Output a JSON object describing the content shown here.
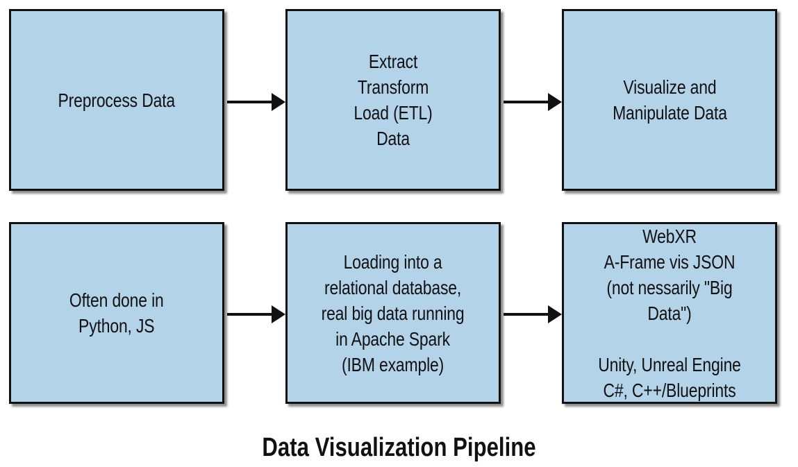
{
  "diagram": {
    "caption": "Data Visualization Pipeline",
    "colors": {
      "box_fill": "#b3d3e8",
      "border": "#111111",
      "text": "#111111"
    },
    "stages": [
      {
        "heading": "Preprocess Data",
        "detail": "Often done in\nPython, JS"
      },
      {
        "heading": "Extract\nTransform\nLoad (ETL)\nData",
        "detail": "Loading into a\nrelational database,\nreal big data running\nin Apache Spark\n(IBM example)"
      },
      {
        "heading": "Visualize and\nManipulate Data",
        "detail": "WebXR\nA-Frame vis JSON\n(not nessarily \"Big Data\")\n\nUnity, Unreal Engine\nC#, C++/Blueprints"
      }
    ]
  }
}
